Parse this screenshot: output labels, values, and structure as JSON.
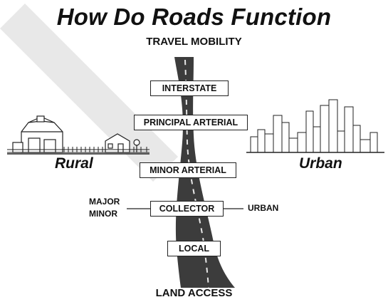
{
  "title": "How Do Roads Function",
  "top_label": "TRAVEL MOBILITY",
  "bottom_label": "LAND ACCESS",
  "regions": {
    "left": "Rural",
    "right": "Urban"
  },
  "road_classes": [
    {
      "name": "INTERSTATE"
    },
    {
      "name": "PRINCIPAL ARTERIAL"
    },
    {
      "name": "MINOR ARTERIAL"
    },
    {
      "name": "COLLECTOR"
    },
    {
      "name": "LOCAL"
    }
  ],
  "collector_subtypes": {
    "left_top": "MAJOR",
    "left_bottom": "MINOR",
    "right": "URBAN"
  },
  "colors": {
    "road": "#3a3a3a",
    "road_line": "#e6e6e6",
    "ink": "#111111",
    "watermark": "#dcdcdc"
  }
}
